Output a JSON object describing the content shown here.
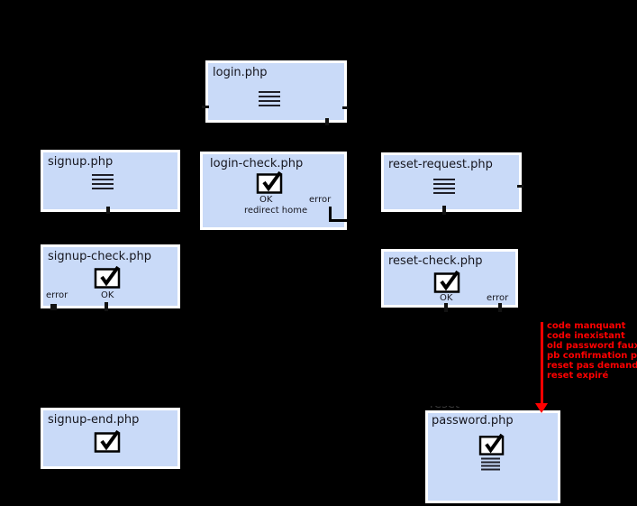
{
  "diagram": {
    "colors": {
      "background": "#000000",
      "node_fill": "#c9daf8",
      "node_border": "#ffffff",
      "connector": "#000000",
      "error_accent": "#ff0000"
    },
    "nodes": {
      "login": {
        "title": "login.php",
        "icon": "form-lines-icon"
      },
      "signup": {
        "title": "signup.php",
        "icon": "form-lines-icon"
      },
      "login_check": {
        "title": "login-check.php",
        "icon": "checkbox-icon",
        "ok": "OK",
        "error": "error",
        "note": "redirect home"
      },
      "reset_request": {
        "title": "reset-request.php",
        "icon": "form-lines-icon"
      },
      "signup_check": {
        "title": "signup-check.php",
        "icon": "checkbox-icon",
        "error": "error",
        "ok": "OK"
      },
      "reset_check": {
        "title": "reset-check.php",
        "icon": "checkbox-icon",
        "ok": "OK",
        "error": "error"
      },
      "signup_end": {
        "title": "signup-end.php",
        "icon": "checkbox-icon"
      },
      "reset_password": {
        "title_top": "reset-",
        "title": "password.php",
        "icon": "checkbox-and-form-icon"
      }
    },
    "error_reasons": [
      "code manquant",
      "code inexistant",
      "old password faux",
      "pb confirmation pw",
      "reset pas demandé",
      "reset expiré"
    ]
  }
}
